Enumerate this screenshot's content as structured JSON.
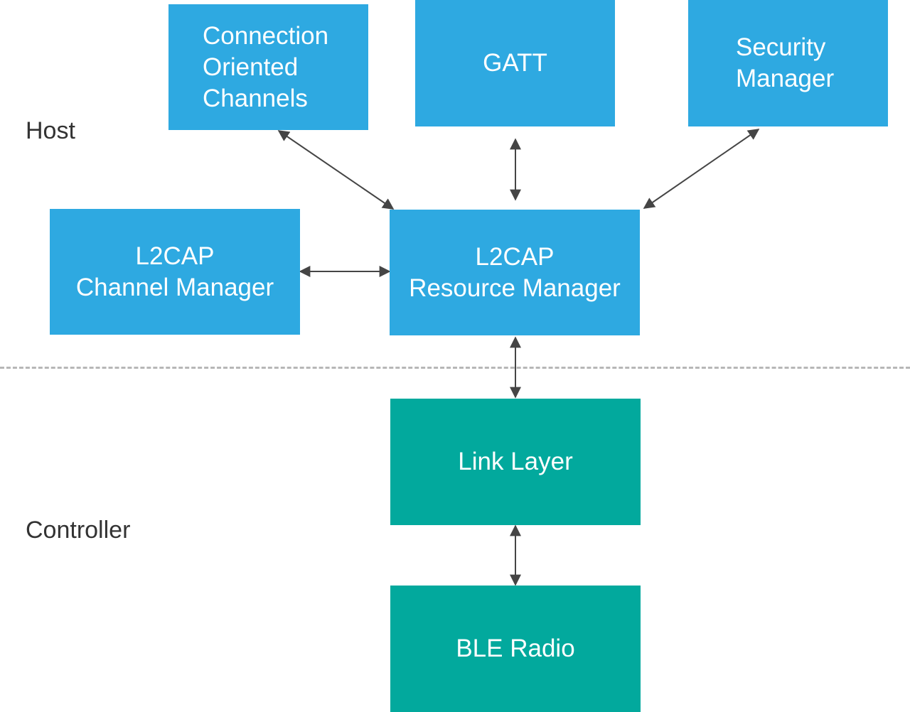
{
  "colors": {
    "host": "#2ea9e1",
    "controller": "#02a99d",
    "arrow": "#454545",
    "divider": "#b7b7b7"
  },
  "layers": {
    "host": "Host",
    "controller": "Controller"
  },
  "nodes": {
    "coc": [
      "Connection",
      "Oriented",
      "Channels"
    ],
    "gatt": [
      "GATT"
    ],
    "security_manager": [
      "Security",
      "Manager"
    ],
    "channel_manager": [
      "L2CAP",
      "Channel Manager"
    ],
    "resource_manager": [
      "L2CAP",
      "Resource Manager"
    ],
    "link_layer": [
      "Link Layer"
    ],
    "ble_radio": [
      "BLE Radio"
    ]
  },
  "edges": [
    {
      "from": "coc",
      "to": "resource_manager",
      "bidirectional": true
    },
    {
      "from": "gatt",
      "to": "resource_manager",
      "bidirectional": true
    },
    {
      "from": "security_manager",
      "to": "resource_manager",
      "bidirectional": true
    },
    {
      "from": "channel_manager",
      "to": "resource_manager",
      "bidirectional": true
    },
    {
      "from": "resource_manager",
      "to": "link_layer",
      "bidirectional": true
    },
    {
      "from": "link_layer",
      "to": "ble_radio",
      "bidirectional": true
    }
  ]
}
